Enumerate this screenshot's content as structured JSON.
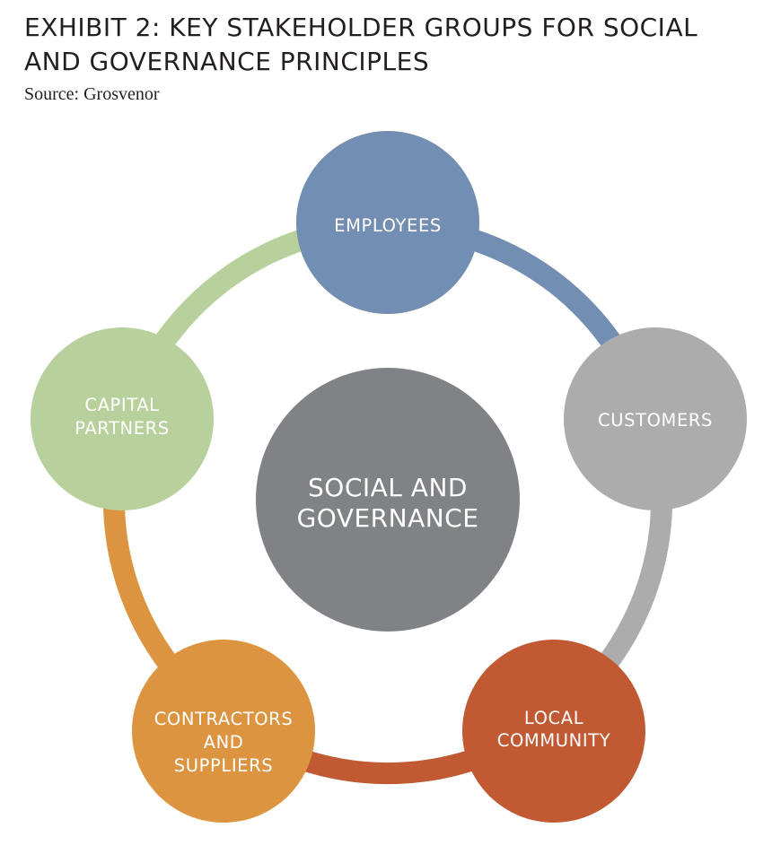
{
  "header": {
    "title_line1": "EXHIBIT 2: KEY STAKEHOLDER GROUPS FOR SOCIAL",
    "title_line2": "AND GOVERNANCE PRINCIPLES",
    "source": "Source: Grosvenor"
  },
  "diagram": {
    "center": {
      "line1": "SOCIAL AND",
      "line2": "GOVERNANCE",
      "color": "#818285"
    },
    "stakeholders": [
      {
        "id": "employees",
        "lines": [
          "EMPLOYEES"
        ],
        "color": "#738eb3"
      },
      {
        "id": "customers",
        "lines": [
          "CUSTOMERS"
        ],
        "color": "#acacac"
      },
      {
        "id": "local-community",
        "lines": [
          "LOCAL",
          "COMMUNITY"
        ],
        "color": "#c15a33"
      },
      {
        "id": "contractors-suppliers",
        "lines": [
          "CONTRACTORS",
          "AND",
          "SUPPLIERS"
        ],
        "color": "#dc9440"
      },
      {
        "id": "capital-partners",
        "lines": [
          "CAPITAL",
          "PARTNERS"
        ],
        "color": "#b8d09b"
      }
    ]
  }
}
